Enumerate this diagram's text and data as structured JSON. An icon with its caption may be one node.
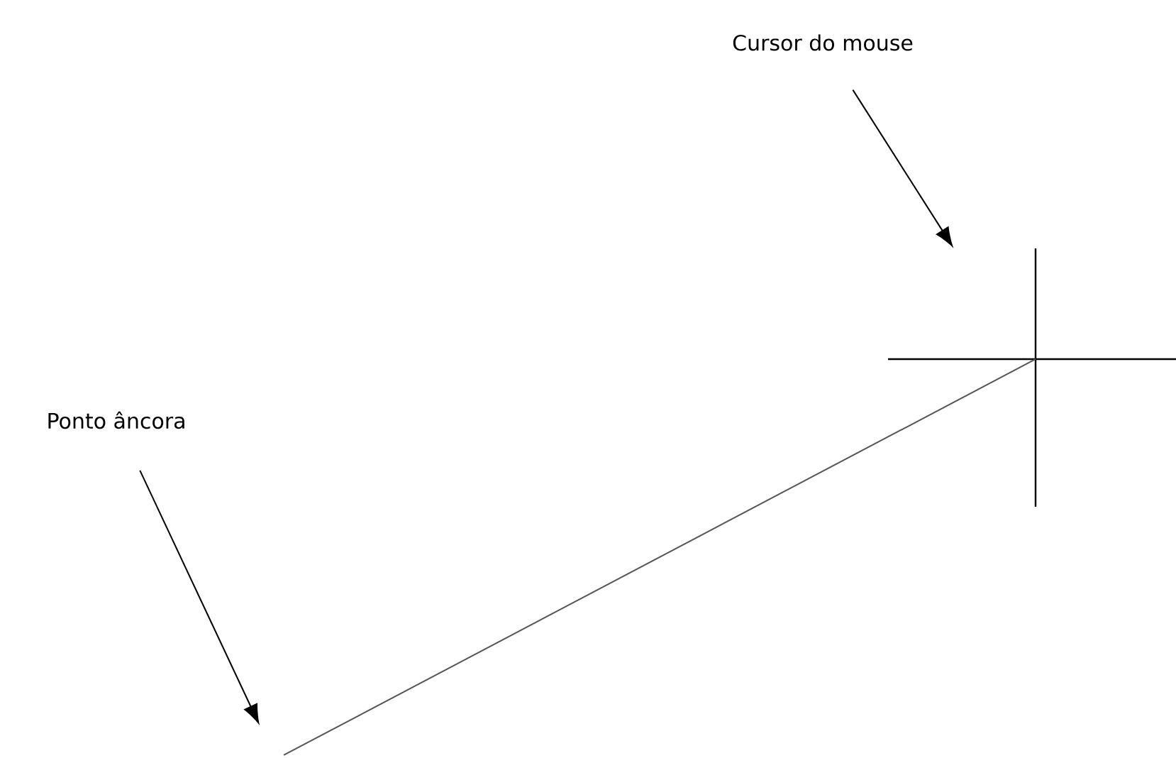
{
  "diagram": {
    "nodes": [
      {
        "text": [
          "Cursor do mouse"
        ]
      },
      {
        "text": [],
        "shape": "crosshair"
      },
      {
        "text": [
          "Ponto âncora"
        ]
      }
    ],
    "edges": [
      {
        "from": 0,
        "to": 1,
        "arrow": "to"
      },
      {
        "from": 2,
        "to": null,
        "arrow": "to"
      },
      {
        "from": null,
        "to": 1,
        "arrow": "none",
        "color": "#555555"
      }
    ]
  }
}
